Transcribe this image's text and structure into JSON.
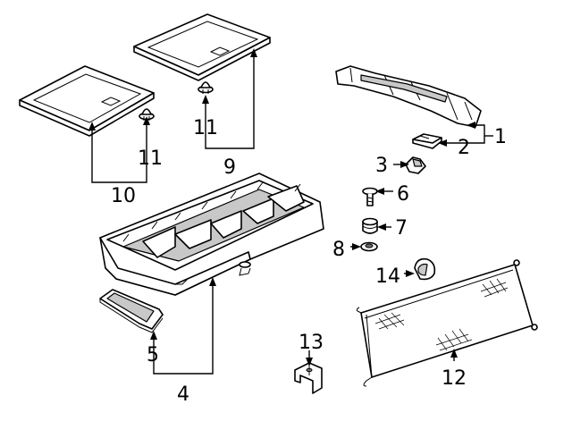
{
  "callouts": {
    "c1": "1",
    "c2": "2",
    "c3": "3",
    "c4": "4",
    "c5": "5",
    "c6": "6",
    "c7": "7",
    "c8": "8",
    "c9": "9",
    "c10": "10",
    "c11a": "11",
    "c11b": "11",
    "c12": "12",
    "c13": "13",
    "c14": "14"
  }
}
